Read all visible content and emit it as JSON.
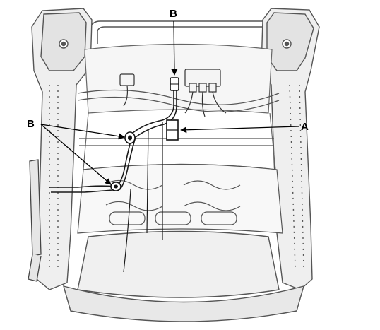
{
  "callouts": {
    "top_b": "B",
    "left_b": "B",
    "right_a": "A"
  },
  "colors": {
    "frame_fill": "#efefef",
    "frame_line": "#555555",
    "dark_line": "#1a1a1a",
    "harness_fill": "#f4f4f4"
  }
}
